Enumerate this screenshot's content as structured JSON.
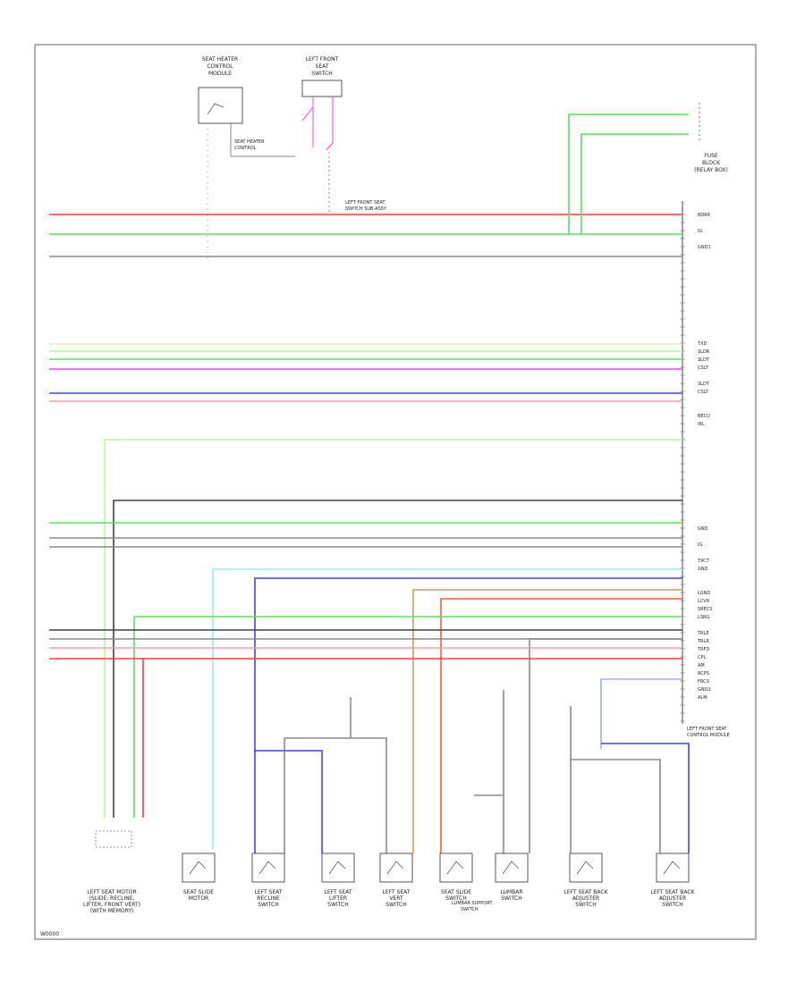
{
  "page_code": "W0000",
  "module_caption": "LEFT FRONT SEAT CONTROL MODULE",
  "top_components": [
    {
      "key": "heater",
      "lines": [
        "SEAT HEATER",
        "CONTROL",
        "MODULE"
      ]
    },
    {
      "key": "tx",
      "lines": [
        "LEFT FRONT",
        "SEAT",
        "SWITCH"
      ]
    },
    {
      "key": "jb",
      "lines": [
        "FUSE",
        "BLOCK",
        "(RELAY BOX)"
      ]
    }
  ],
  "top_notes": [
    "SEAT HEATER",
    "CONTROL",
    "LEFT FRONT SEAT",
    "SWITCH SUB-ASSY"
  ],
  "module_pins": [
    "BDR6",
    "",
    "IG",
    "",
    "GND1",
    "",
    "",
    "",
    "",
    "",
    "",
    "",
    "",
    "",
    "",
    "",
    "TXD",
    "SLDR",
    "SLDT",
    "CSLT",
    "",
    "SLDT",
    "CSLT",
    "",
    "",
    "BECU",
    "IRL",
    "",
    "",
    "",
    "",
    "",
    "",
    "",
    "",
    "",
    "",
    "",
    "",
    "GND",
    "",
    "IG",
    "",
    "TXCT",
    "GND",
    "",
    "",
    "LGND",
    "LCVR",
    "SRECS",
    "LSRG",
    "",
    "TRLE",
    "TRLR",
    "TRFD",
    "CPL",
    "AM",
    "RCPS",
    "FRCS",
    "GND2",
    "ALM",
    "",
    "",
    ""
  ],
  "bottom_components": [
    {
      "key": "mem",
      "lines": [
        "LEFT SEAT MOTOR",
        "(SLIDE, RECLINE,",
        "LIFTER, FRONT VERT)",
        "(WITH MEMORY)"
      ]
    },
    {
      "key": "m1",
      "lines": [
        "SEAT SLIDE",
        "MOTOR"
      ]
    },
    {
      "key": "m2",
      "lines": [
        "LEFT SEAT",
        "RECLINE",
        "SWITCH"
      ]
    },
    {
      "key": "m3",
      "lines": [
        "LEFT SEAT",
        "LIFTER",
        "SWITCH"
      ]
    },
    {
      "key": "m4",
      "lines": [
        "LEFT SEAT",
        "VERT",
        "SWITCH"
      ]
    },
    {
      "key": "m5",
      "lines": [
        "SEAT SLIDE",
        "SWITCH"
      ]
    },
    {
      "key": "m6",
      "lines": [
        "LUMBAR",
        "SWITCH"
      ]
    },
    {
      "key": "m7",
      "lines": [
        "LEFT SEAT BACK",
        "ADJUSTER",
        "SWITCH"
      ]
    },
    {
      "key": "m8",
      "lines": [
        "LEFT SEAT BACK",
        "ADJUSTER",
        "SWITCH"
      ]
    }
  ],
  "bottom_notes": [
    "LUMBAR SUPPORT",
    "SWITCH"
  ],
  "colors": {
    "red": "#ff3b3b",
    "pink": "#ff9aa8",
    "green": "#57e357",
    "lgreen": "#b6f6a0",
    "yellow": "#eeeea0",
    "magenta": "#ff3fff",
    "blue": "#3f3fff",
    "lblue": "#a0a8ff",
    "dgray": "#404040",
    "mgray": "#8a8a8a",
    "cyan": "#8ff0f0",
    "tan": "#c8a060",
    "orange": "#ff5a3a"
  }
}
